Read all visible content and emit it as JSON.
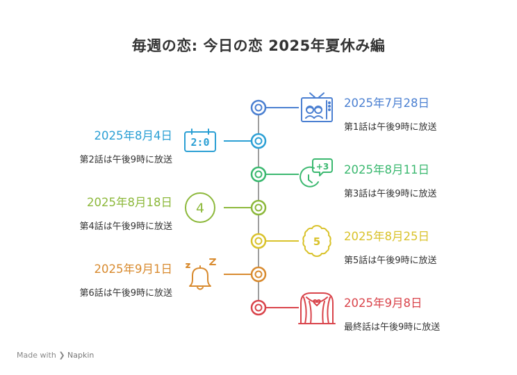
{
  "title": "毎週の恋: 今日の恋 2025年夏休み編",
  "episodes": [
    {
      "date": "2025年7月28日",
      "desc": "第1話は午後9時に放送",
      "color": "#4a7fd1",
      "icon": "tv-icon"
    },
    {
      "date": "2025年8月4日",
      "desc": "第2話は午後9時に放送",
      "color": "#2a9fd4",
      "icon": "digital-clock-icon",
      "icon_text": "2:0"
    },
    {
      "date": "2025年8月11日",
      "desc": "第3話は午後9時に放送",
      "color": "#3ab86f",
      "icon": "clock-plus-icon",
      "icon_text": "+3"
    },
    {
      "date": "2025年8月18日",
      "desc": "第4話は午後9時に放送",
      "color": "#8cb83a",
      "icon": "number-circle-icon",
      "icon_text": "4"
    },
    {
      "date": "2025年8月25日",
      "desc": "第5話は午後9時に放送",
      "color": "#d9c22a",
      "icon": "number-badge-icon",
      "icon_text": "5"
    },
    {
      "date": "2025年9月1日",
      "desc": "第6話は午後9時に放送",
      "color": "#d88a2e",
      "icon": "sleeping-bell-icon",
      "icon_text": "z Z"
    },
    {
      "date": "2025年9月8日",
      "desc": "最終話は午後9時に放送",
      "color": "#d9434a",
      "icon": "stage-curtain-icon"
    }
  ],
  "footer": {
    "made_with": "Made with",
    "brand": "Napkin"
  }
}
